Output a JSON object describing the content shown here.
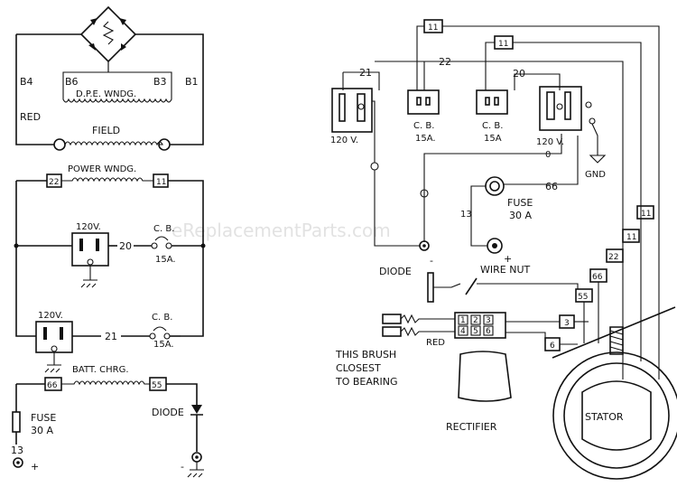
{
  "watermark": "eReplacementParts.com",
  "left": {
    "b4": "B4",
    "b6": "B6",
    "b3": "B3",
    "b1": "B1",
    "dpe": "D.P.E. WNDG.",
    "red": "RED",
    "field": "FIELD",
    "power": "POWER WNDG.",
    "t22": "22",
    "t11": "11",
    "v120a": "120V.",
    "n20": "20",
    "cb1": "C. B.",
    "a15a": "15A.",
    "v120b": "120V.",
    "n21": "21",
    "cb2": "C. B.",
    "a15b": "15A.",
    "batt": "BATT. CHRG.",
    "t66": "66",
    "t55": "55",
    "fuse": "FUSE",
    "fuse_a": "30 A",
    "n13": "13",
    "plus": "+",
    "diode": "DIODE",
    "minus": "-"
  },
  "right": {
    "t11a": "11",
    "t11b": "11",
    "n22": "22",
    "n21": "21",
    "n20": "20",
    "v120l": "120 V.",
    "cb_l": "C. B.",
    "a15l": "15A.",
    "cb_r": "C. B.",
    "a15r": "15A",
    "v120r": "120 V.",
    "gnd": "GND",
    "n66": "66",
    "fuse": "FUSE",
    "fuse_a": "30 A",
    "n13": "13",
    "minus": "-",
    "plus": "+",
    "diode": "DIODE",
    "wirenut": "WIRE NUT",
    "t55": "55",
    "t66": "66",
    "t22": "22",
    "t11c": "11",
    "t11d": "11",
    "t3": "3",
    "t6": "6",
    "brush1": "THIS BRUSH",
    "brush2": "CLOSEST",
    "brush3": "TO BEARING",
    "red": "RED",
    "r1": "1",
    "r2": "2",
    "r3": "3",
    "r4": "4",
    "r5": "5",
    "r6": "6",
    "rectifier": "RECTIFIER",
    "stator": "STATOR"
  }
}
